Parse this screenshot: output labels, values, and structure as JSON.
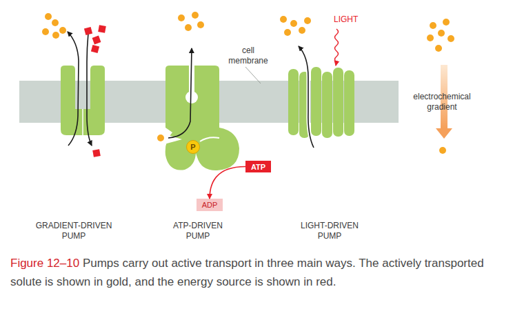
{
  "diagram": {
    "caption": "Figure 12–10 Pumps carry out active transport in three main ways. The actively transported solute is shown in gold, and the energy source is shown in red.",
    "nodes": [
      {
        "text": [
          "P"
        ]
      },
      {
        "text": [
          "ATP"
        ]
      },
      {
        "text": [
          "ADP"
        ]
      }
    ],
    "edges": [
      {
        "from": 1,
        "to": 2,
        "arrow": "to"
      }
    ],
    "labels": [
      "LIGHT",
      "cell membrane",
      "electrochemical gradient",
      "GRADIENT-DRIVEN PUMP",
      "ATP-DRIVEN PUMP",
      "LIGHT-DRIVEN PUMP"
    ]
  }
}
